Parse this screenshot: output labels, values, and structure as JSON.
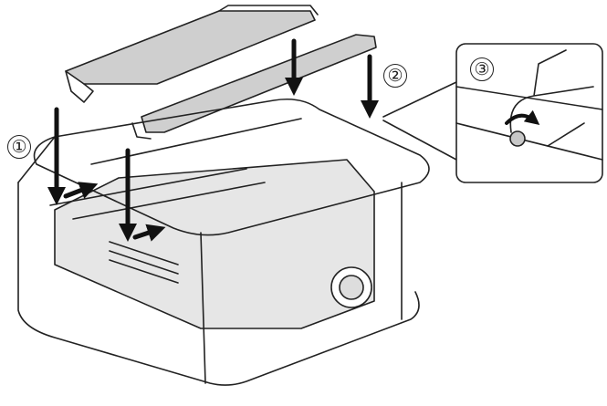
{
  "diagram": {
    "description": "Projector mounting frame assembly with two rail brackets and a detail callout of a thumbscrew being tightened",
    "steps": [
      {
        "label": "①",
        "meaning": "insert-bracket-into-frame"
      },
      {
        "label": "②",
        "meaning": "lower-bracket-onto-frame"
      },
      {
        "label": "③",
        "meaning": "tighten-screw"
      }
    ],
    "colors": {
      "line": "#222222",
      "fill_gray": "#c8c8c8",
      "fill_light": "#e6e6e6",
      "background": "#ffffff"
    }
  }
}
